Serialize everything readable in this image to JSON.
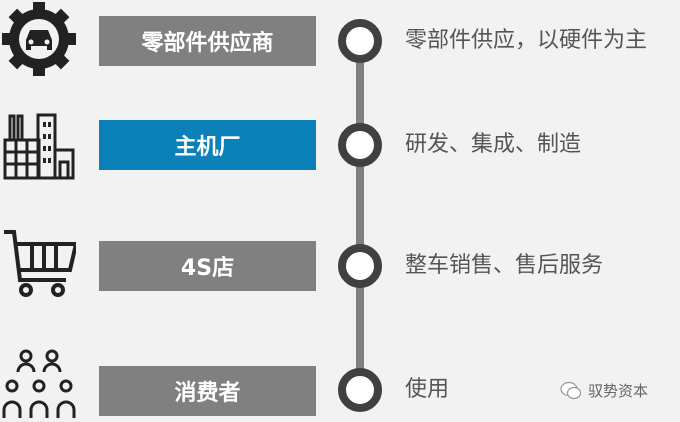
{
  "rows": [
    {
      "label": "零部件供应商",
      "desc": "零部件供应，以硬件为主",
      "icon": "gear-car-icon"
    },
    {
      "label": "主机厂",
      "desc": "研发、集成、制造",
      "icon": "factory-icon"
    },
    {
      "label": "4S店",
      "desc": "整车销售、售后服务",
      "icon": "shopping-cart-icon"
    },
    {
      "label": "消费者",
      "desc": "使用",
      "icon": "people-icon"
    }
  ],
  "watermark": "驭势资本",
  "colors": {
    "box": "#808080",
    "highlight": "#0b80b9",
    "ring": "#404040",
    "background": "#f2f2f2"
  }
}
